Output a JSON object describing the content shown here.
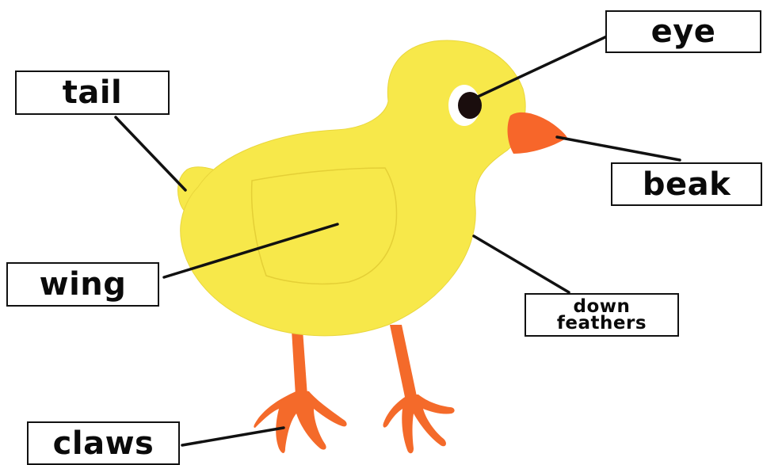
{
  "labels": {
    "eye": "eye",
    "tail": "tail",
    "beak": "beak",
    "wing": "wing",
    "down_feathers_line1": "down",
    "down_feathers_line2": "feathers",
    "claws": "claws"
  },
  "colors": {
    "body": "#f7e84a",
    "body_outline": "#e9d63c",
    "beak": "#f7662a",
    "legs": "#f46a2a",
    "eye": "#1a0d0d",
    "eye_ring": "#ffffff",
    "leader_line": "#111111"
  }
}
